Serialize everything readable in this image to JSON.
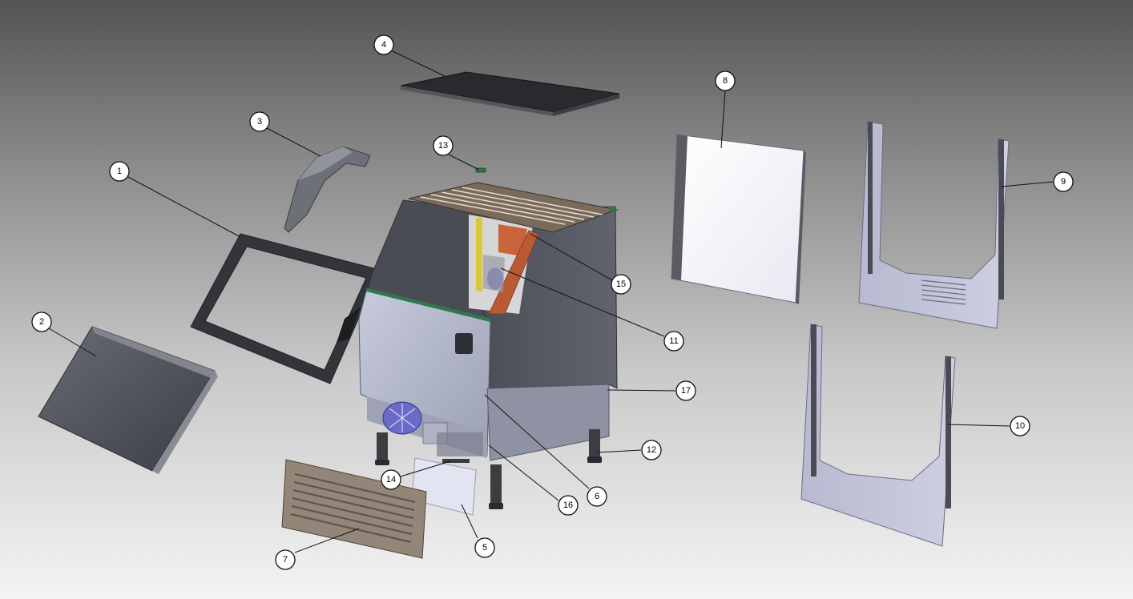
{
  "colors": {
    "panel_dark": "#45474f",
    "panel_mid": "#6c6e77",
    "panel_light": "#b4b8cc",
    "bin_orange": "#c8633a",
    "grille": "#8d7f72",
    "leader": "#111111"
  },
  "callouts": [
    {
      "id": "1",
      "label": "1"
    },
    {
      "id": "2",
      "label": "2"
    },
    {
      "id": "3",
      "label": "3"
    },
    {
      "id": "4",
      "label": "4"
    },
    {
      "id": "5",
      "label": "5"
    },
    {
      "id": "6",
      "label": "6"
    },
    {
      "id": "7",
      "label": "7"
    },
    {
      "id": "8",
      "label": "8"
    },
    {
      "id": "9",
      "label": "9"
    },
    {
      "id": "10",
      "label": "10"
    },
    {
      "id": "11",
      "label": "11"
    },
    {
      "id": "12",
      "label": "12"
    },
    {
      "id": "13",
      "label": "13"
    },
    {
      "id": "14",
      "label": "14"
    },
    {
      "id": "15",
      "label": "15"
    },
    {
      "id": "16",
      "label": "16"
    },
    {
      "id": "17",
      "label": "17"
    }
  ]
}
